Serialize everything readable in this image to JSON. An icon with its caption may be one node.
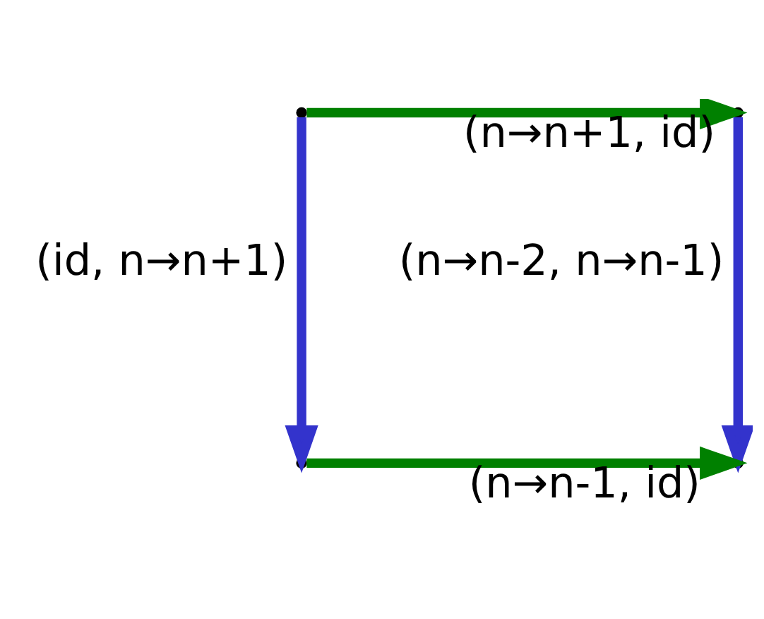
{
  "diagram": {
    "nodes": [
      {
        "text": [],
        "shape": "point"
      },
      {
        "text": [],
        "shape": "point"
      },
      {
        "text": [],
        "shape": "point"
      },
      {
        "text": [],
        "shape": "point"
      }
    ],
    "edges": [
      {
        "from": 0,
        "to": 1,
        "arrow": "to",
        "label": "(n→n+1, id)",
        "color": "#008000"
      },
      {
        "from": 0,
        "to": 2,
        "arrow": "to",
        "label": "(id, n→n+1)",
        "color": "#3333cc"
      },
      {
        "from": 1,
        "to": 3,
        "arrow": "to",
        "label": "(n→n-2, n→n-1)",
        "color": "#3333cc"
      },
      {
        "from": 2,
        "to": 3,
        "arrow": "to",
        "label": "(n→n-1, id)",
        "color": "#008000"
      }
    ]
  }
}
